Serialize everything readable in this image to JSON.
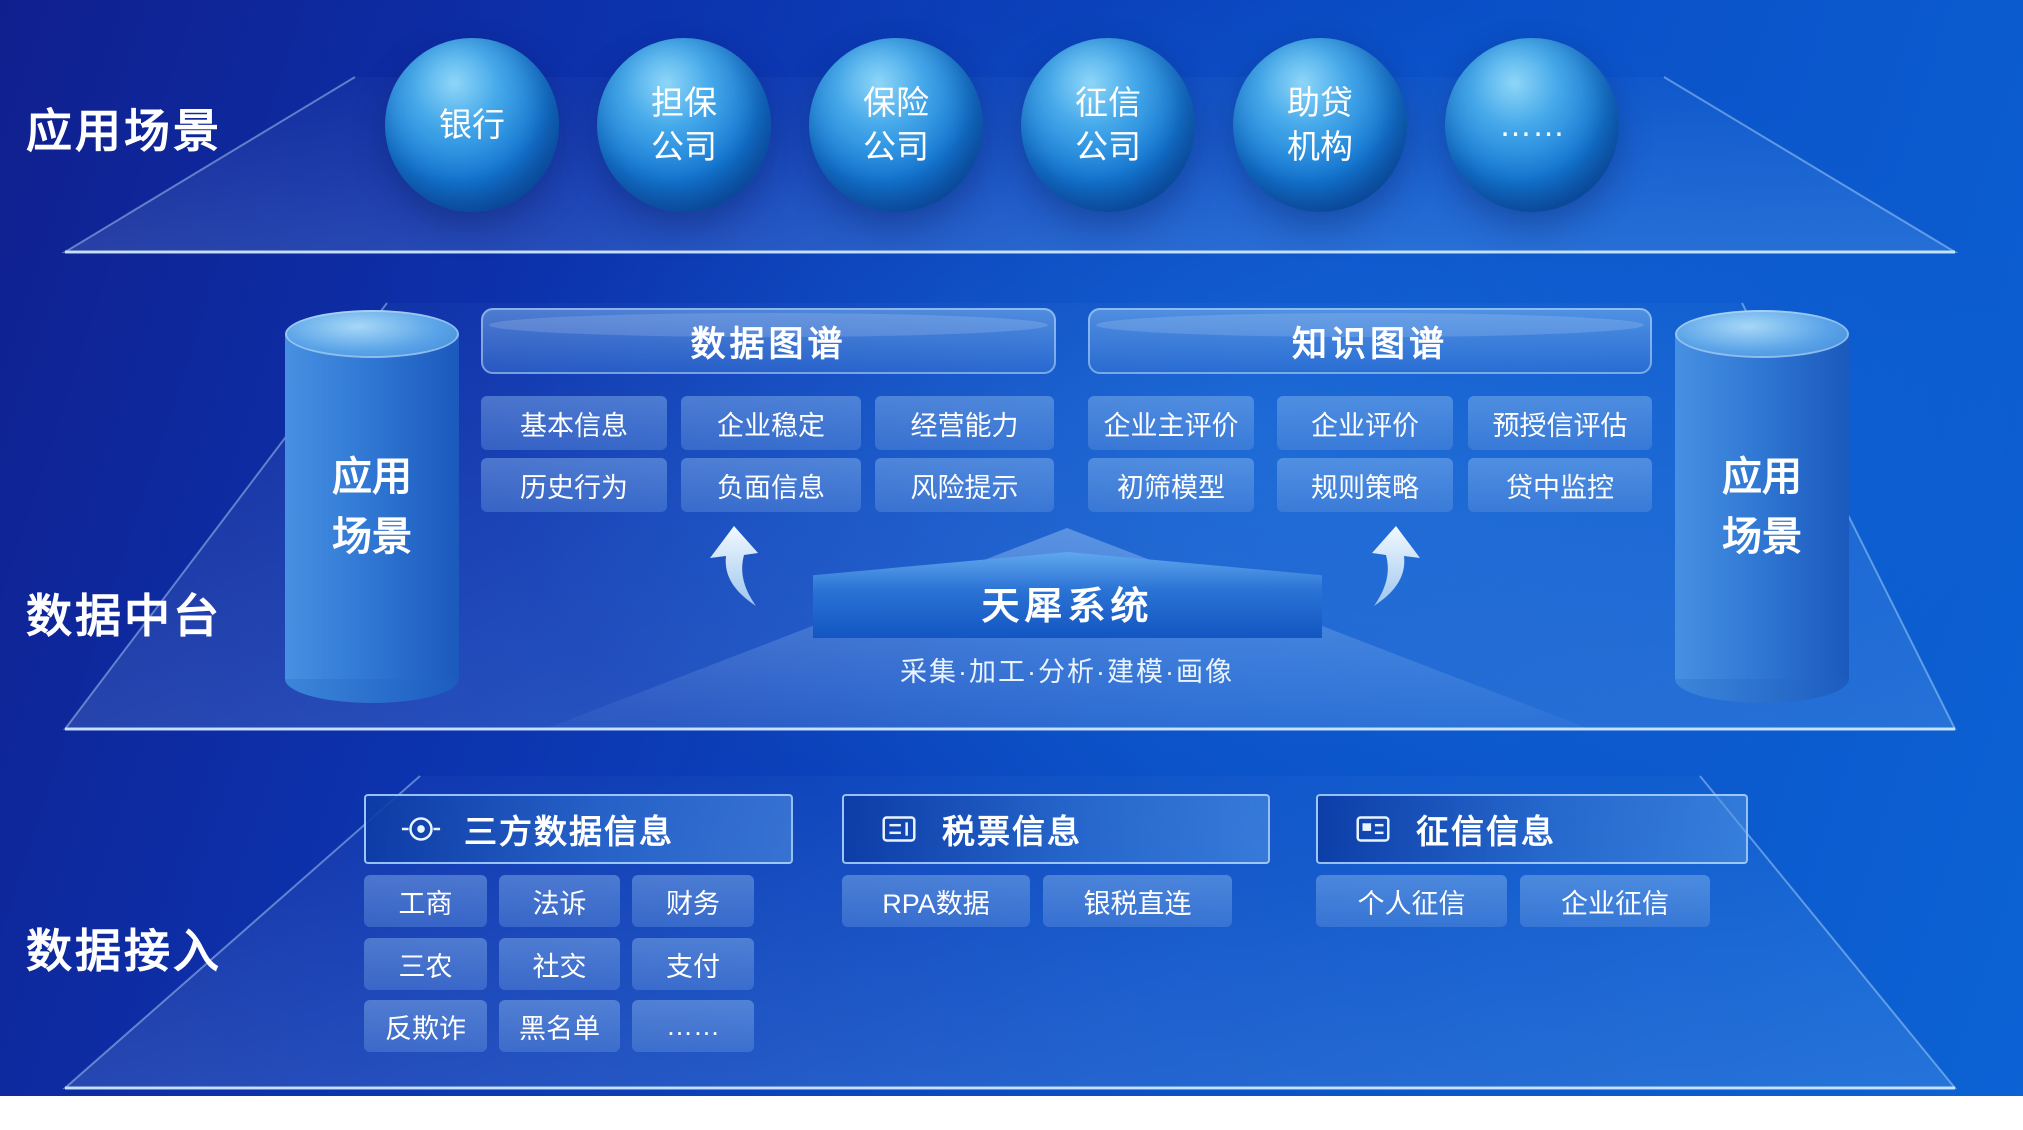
{
  "colors": {
    "background_start": "#101f8e",
    "background_end": "#0c63d4",
    "sphere_blue": "#2a8de0",
    "chip_blue": "rgba(120,170,232,0.42)",
    "edge_line": "#cfe6ff",
    "text": "#ffffff"
  },
  "layers": {
    "top_label": "应用场景",
    "middle_label": "数据中台",
    "bottom_label": "数据接入"
  },
  "scenarios": [
    "银行",
    "担保\n公司",
    "保险\n公司",
    "征信\n公司",
    "助贷\n机构",
    "……"
  ],
  "side_cylinders": {
    "label": "应用\n场景"
  },
  "data_graph": {
    "title": "数据图谱",
    "chips": [
      "基本信息",
      "企业稳定",
      "经营能力",
      "历史行为",
      "负面信息",
      "风险提示"
    ]
  },
  "knowledge_graph": {
    "title": "知识图谱",
    "chips": [
      "企业主评价",
      "企业评价",
      "预授信评估",
      "初筛模型",
      "规则策略",
      "贷中监控"
    ]
  },
  "core_system": {
    "title": "天犀系统",
    "subtitle": "采集·加工·分析·建模·画像"
  },
  "access_groups": [
    {
      "title": "三方数据信息",
      "icon": "target-icon",
      "chips": [
        "工商",
        "法诉",
        "财务",
        "三农",
        "社交",
        "支付",
        "反欺诈",
        "黑名单",
        "……"
      ]
    },
    {
      "title": "税票信息",
      "icon": "invoice-icon",
      "chips": [
        "RPA数据",
        "银税直连"
      ]
    },
    {
      "title": "征信信息",
      "icon": "card-icon",
      "chips": [
        "个人征信",
        "企业征信"
      ]
    }
  ]
}
